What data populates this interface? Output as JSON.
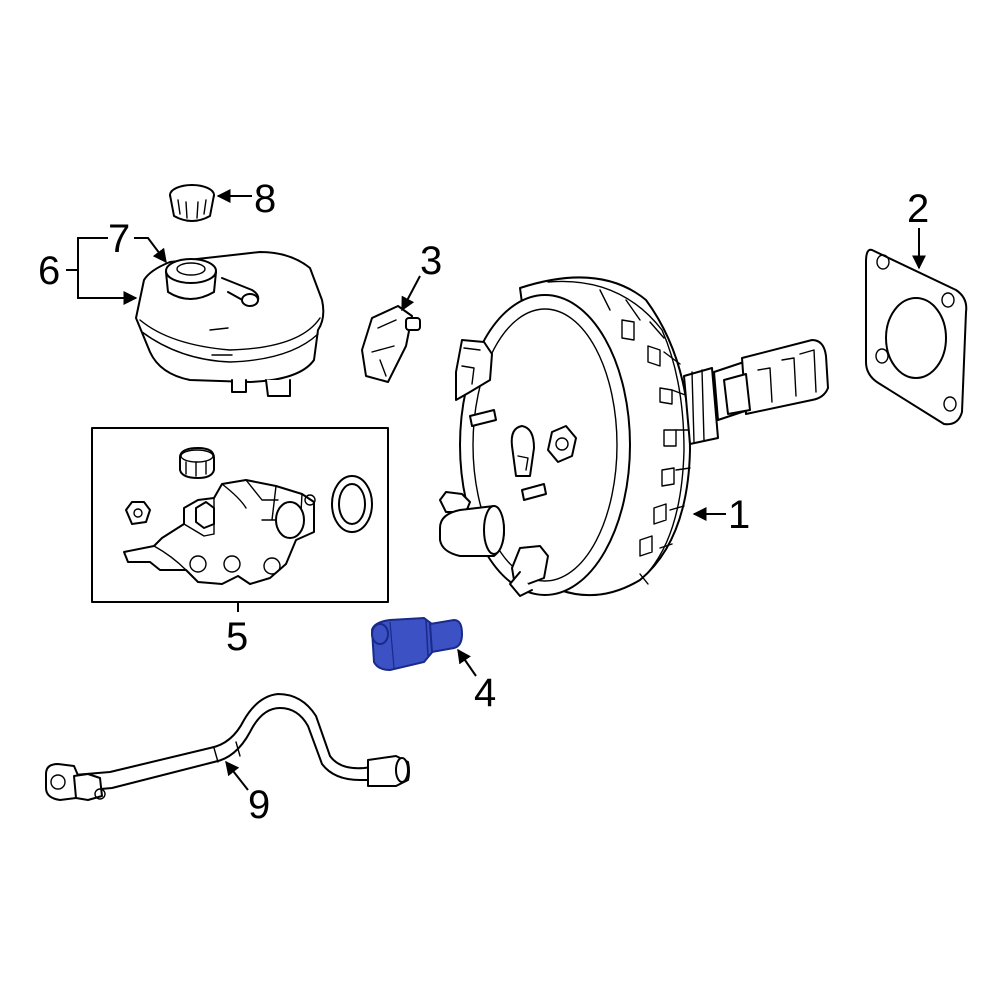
{
  "callouts": {
    "c1": "1",
    "c2": "2",
    "c3": "3",
    "c4": "4",
    "c5": "5",
    "c6": "6",
    "c7": "7",
    "c8": "8",
    "c9": "9"
  },
  "colors": {
    "highlight_fill": "#3c52c4",
    "highlight_stroke": "#1a2a8a",
    "line": "#000000",
    "background": "#ffffff"
  },
  "highlighted_part": "4"
}
